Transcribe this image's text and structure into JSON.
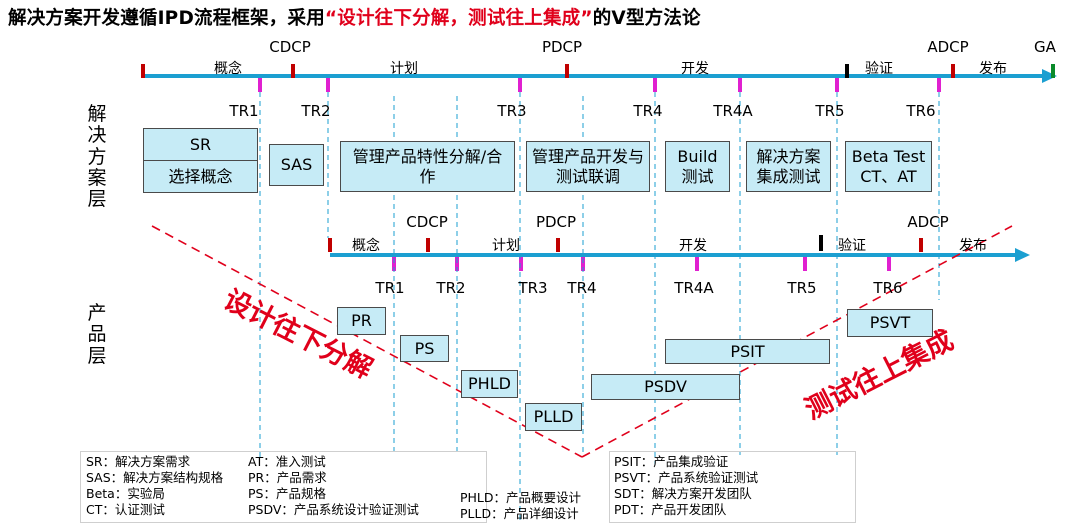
{
  "title": {
    "prefix": "解决方案开发遵循IPD流程框架，采用",
    "highlight": "“设计往下分解，测试往上集成”",
    "suffix": "的V型方法论"
  },
  "colors": {
    "accent_red": "#e0001b",
    "timeline_blue": "#1b9fd1",
    "tr_magenta": "#e020d0",
    "box_fill": "#c6ebf6"
  },
  "solution_timeline": {
    "gates": [
      "CDCP",
      "PDCP",
      "ADCP",
      "GA"
    ],
    "phases": [
      "概念",
      "计划",
      "开发",
      "验证",
      "发布"
    ],
    "trs": [
      "TR1",
      "TR2",
      "TR3",
      "TR4",
      "TR4A",
      "TR5",
      "TR6"
    ]
  },
  "product_timeline": {
    "gates": [
      "CDCP",
      "PDCP",
      "ADCP"
    ],
    "phases": [
      "概念",
      "计划",
      "开发",
      "验证",
      "发布"
    ],
    "trs": [
      "TR1",
      "TR2",
      "TR3",
      "TR4",
      "TR4A",
      "TR5",
      "TR6"
    ]
  },
  "layers": {
    "solution": "解决方案层",
    "product": "产品层"
  },
  "solution_boxes": {
    "sr_top": "SR",
    "sr_bottom": "选择概念",
    "sas": "SAS",
    "feature": "管理产品特性分解/合作",
    "devtest": "管理产品开发与测试联调",
    "build": "Build测试",
    "integration": "解决方案集成测试",
    "beta": "Beta Test CT、AT"
  },
  "product_boxes": {
    "pr": "PR",
    "ps": "PS",
    "phld": "PHLD",
    "plld": "PLLD",
    "psdv": "PSDV",
    "psit": "PSIT",
    "psvt": "PSVT"
  },
  "v_labels": {
    "left": "设计往下分解",
    "right": "测试往上集成"
  },
  "legend": {
    "col1": [
      "SR：解决方案需求",
      "SAS：解决方案结构规格",
      "Beta：实验局",
      "CT：认证测试"
    ],
    "col2": [
      "AT：准入测试",
      "PR：产品需求",
      "PS：产品规格",
      "PSDV：产品系统设计验证测试"
    ],
    "col3": [
      "PHLD：产品概要设计",
      "PLLD：产品详细设计"
    ],
    "col4": [
      "PSIT：产品集成验证",
      "PSVT：产品系统验证测试",
      "SDT：解决方案开发团队",
      "PDT：产品开发团队"
    ]
  }
}
